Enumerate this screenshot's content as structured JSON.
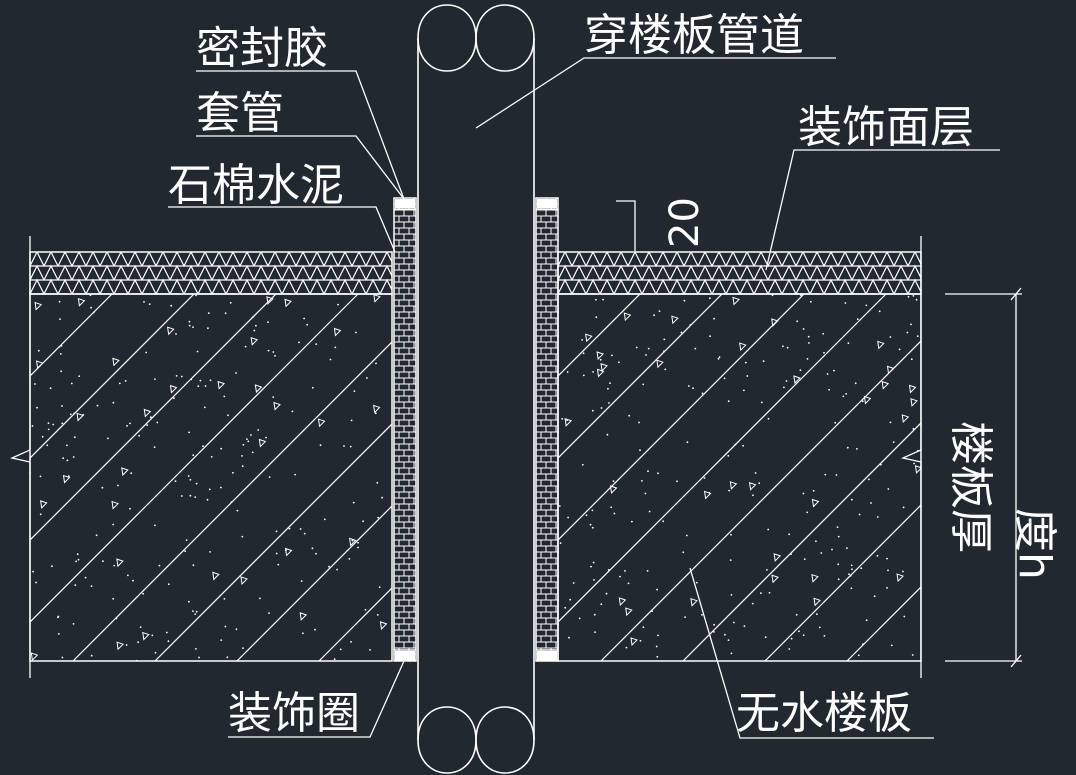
{
  "labels": {
    "sealant": "密封胶",
    "sleeve": "套管",
    "asbestos_cement": "石棉水泥",
    "pipe": "穿楼板管道",
    "finish_layer": "装饰面层",
    "dimension_20": "20",
    "slab_thickness_line1": "楼板厚",
    "slab_thickness_line2": "度h",
    "decorative_ring": "装饰圈",
    "no_water_slab": "无水楼板"
  },
  "colors": {
    "background": "#212830",
    "line": "#ffffff"
  }
}
